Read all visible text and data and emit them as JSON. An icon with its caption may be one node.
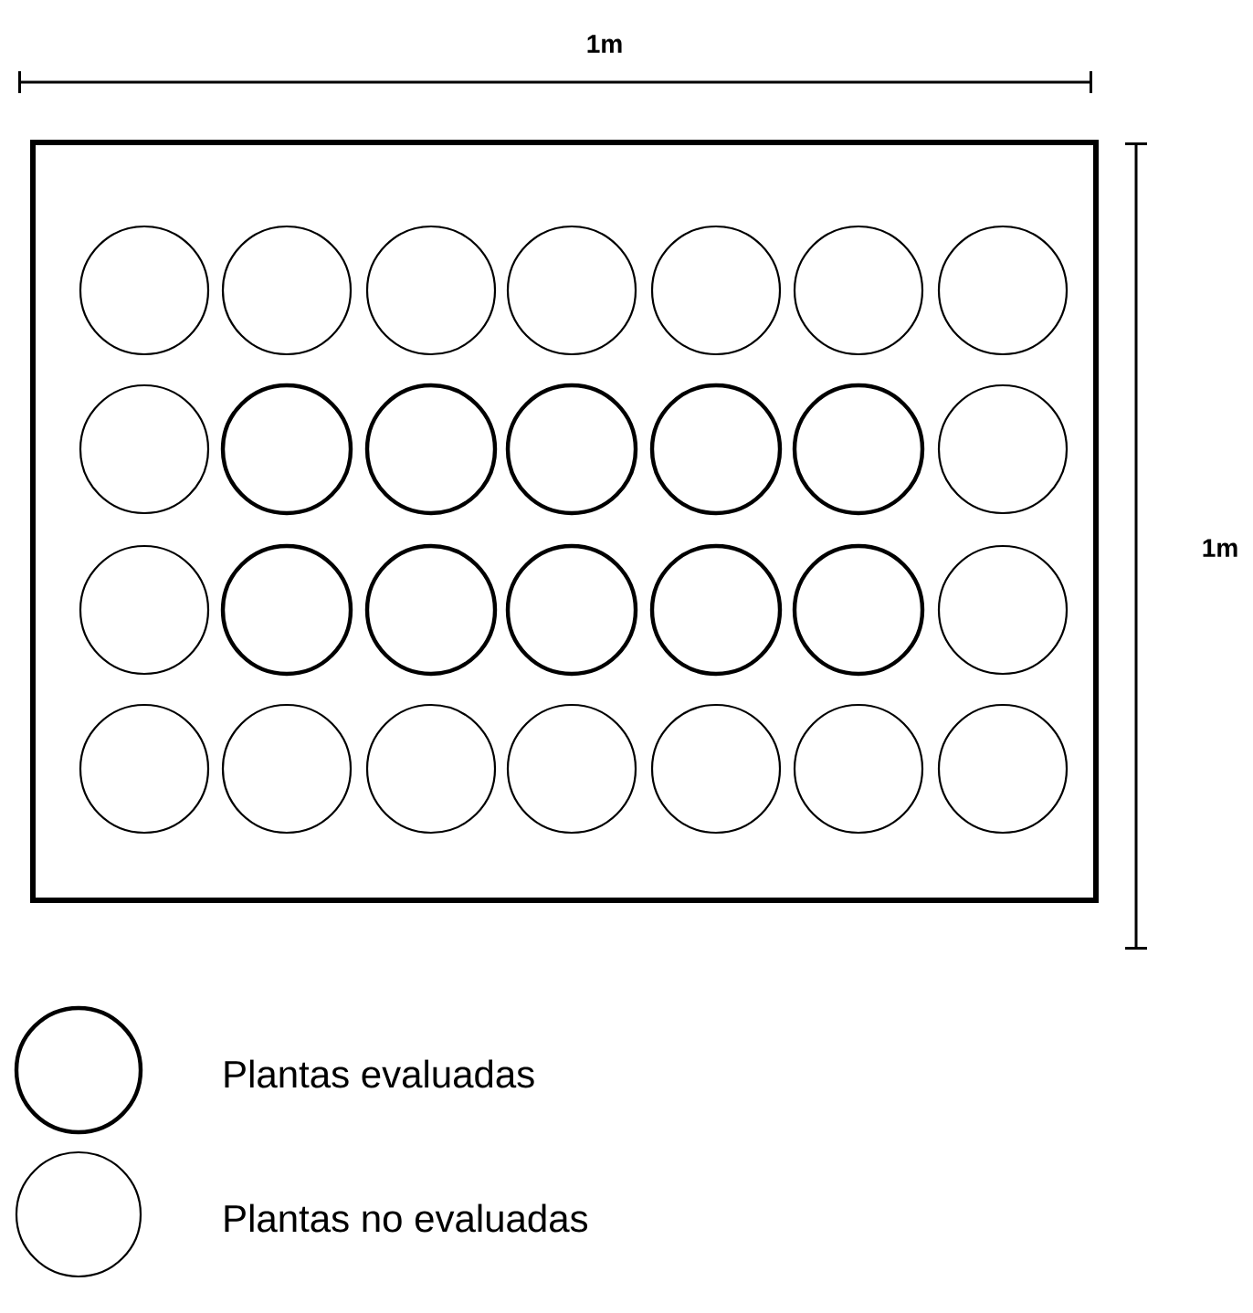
{
  "diagram": {
    "labels": [
      "1m",
      "1m"
    ],
    "legend": [
      {
        "text": "Plantas evaluadas"
      },
      {
        "text": "Plantas no evaluadas"
      }
    ]
  }
}
